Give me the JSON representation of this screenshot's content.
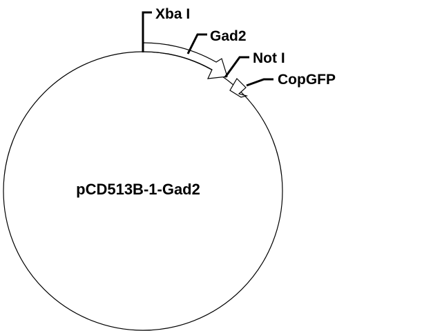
{
  "plasmid": {
    "name": "pCD513B-1-Gad2"
  },
  "features": {
    "xbai": {
      "label": "Xba I"
    },
    "gad2": {
      "label": "Gad2"
    },
    "noti": {
      "label": "Not I"
    },
    "copgfp": {
      "label": "CopGFP"
    }
  },
  "colors": {
    "line": "#000000",
    "fill": "#ffffff",
    "background": "#ffffff"
  }
}
